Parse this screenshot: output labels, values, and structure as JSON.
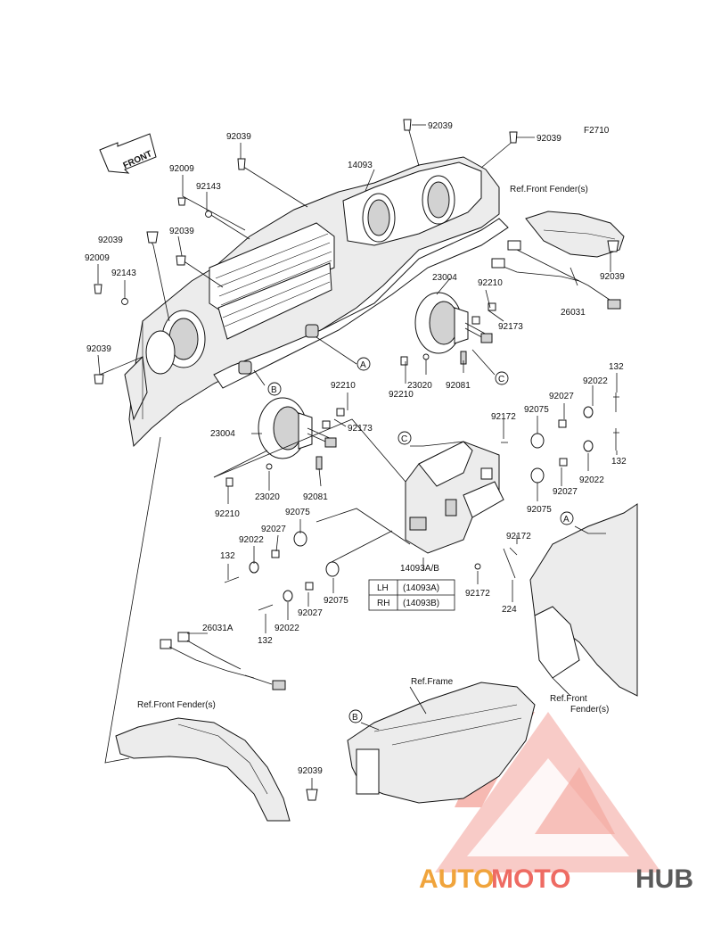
{
  "diagram": {
    "code": "F2710",
    "front_label": "FRONT",
    "part_numbers": {
      "p92039_top": "92039",
      "p92039_tr": "92039",
      "p92039_left_top": "92039",
      "p92039_mid": "92039",
      "p92039_left": "92039",
      "p92039_lower_left": "92039",
      "p92039_fender_right": "92039",
      "p92039_bottom": "92039",
      "p92009_a": "92009",
      "p92009_b": "92009",
      "p92143_a": "92143",
      "p92143_b": "92143",
      "p14093": "14093",
      "p23004_a": "23004",
      "p23004_b": "23004",
      "p92210_a": "92210",
      "p92210_b": "92210",
      "p92210_c": "92210",
      "p92210_d": "92210",
      "p92173_a": "92173",
      "p92173_b": "92173",
      "p23020_a": "23020",
      "p23020_b": "23020",
      "p92081_a": "92081",
      "p92081_b": "92081",
      "p26031": "26031",
      "p26031A": "26031A",
      "p132_a": "132",
      "p132_b": "132",
      "p132_c": "132",
      "p132_d": "132",
      "p92022_a": "92022",
      "p92022_b": "92022",
      "p92022_c": "92022",
      "p92022_d": "92022",
      "p92027_a": "92027",
      "p92027_b": "92027",
      "p92027_c": "92027",
      "p92027_d": "92027",
      "p92075_a": "92075",
      "p92075_b": "92075",
      "p92075_c": "92075",
      "p92075_d": "92075",
      "p92172_a": "92172",
      "p92172_b": "92172",
      "p92172_c": "92172",
      "p224": "224",
      "p14093AB": "14093A/B"
    },
    "ref_labels": {
      "front_fender_top": "Ref.Front Fender(s)",
      "front_fender_bottom": "Ref.Front Fender(s)",
      "frame": "Ref.Frame",
      "front_right_1": "Ref.Front",
      "front_right_2": "Fender(s)"
    },
    "callouts": {
      "a1": "A",
      "a2": "A",
      "b1": "B",
      "b2": "B",
      "c1": "C",
      "c2": "C"
    },
    "variant_table": {
      "rows": [
        {
          "side": "LH",
          "part": "(14093A)"
        },
        {
          "side": "RH",
          "part": "(14093B)"
        }
      ]
    }
  },
  "watermark": {
    "part1": "AUTO",
    "part2": "MOTO",
    "part3": "HUB",
    "color_orange": "#f0a43c",
    "color_red": "#ee6b63",
    "color_gray": "#5a5a5a"
  }
}
